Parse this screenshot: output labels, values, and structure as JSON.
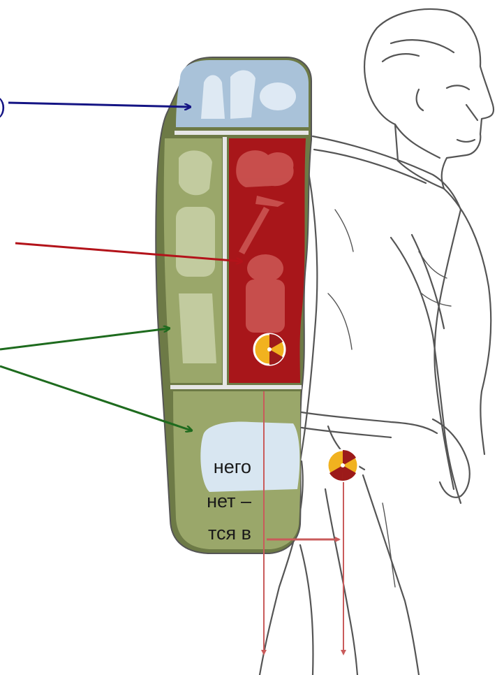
{
  "caption": {
    "line1": "него",
    "line2": "нет –",
    "line3": "тся  в"
  },
  "paren_mark": ")",
  "colors": {
    "top_compartment": "#a9c2d9",
    "side_compartments": "#9aa76a",
    "center_compartment": "#a8161a",
    "bottom_compartment": "#d8e6f1",
    "arrow_blue": "#141484",
    "arrow_red": "#b3131a",
    "arrow_green": "#1e6b1e",
    "gravity_lines": "#c95b5b",
    "center_of_mass": "#f1b21f"
  },
  "icons": {
    "pack_center_of_mass": "center-of-gravity-icon",
    "body_center_of_mass": "center-of-gravity-icon"
  }
}
